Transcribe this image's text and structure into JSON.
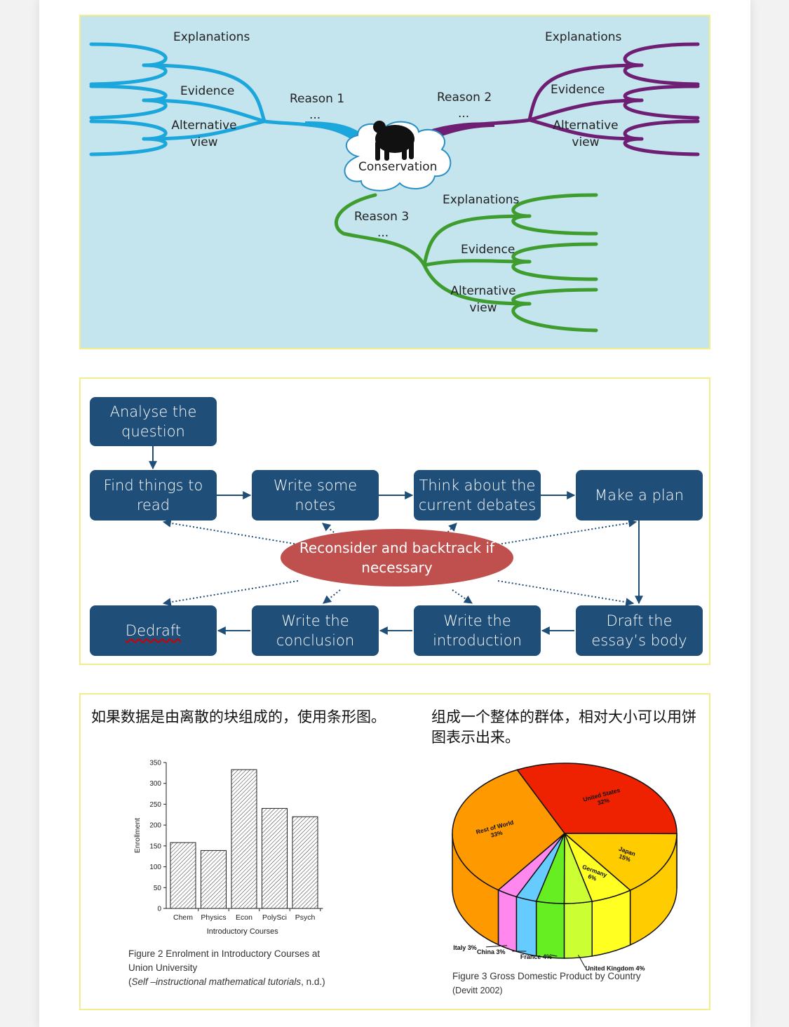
{
  "mindmap": {
    "center": "Conservation",
    "reasons": [
      {
        "label": "Reason 1",
        "ellipsis": "...",
        "color": "#1ba6dc",
        "branches": [
          "Explanations",
          "Evidence",
          "Alternative view"
        ]
      },
      {
        "label": "Reason 2",
        "ellipsis": "...",
        "color": "#6e1f74",
        "branches": [
          "Explanations",
          "Evidence",
          "Alternative view"
        ]
      },
      {
        "label": "Reason 3",
        "ellipsis": "...",
        "color": "#3e9d2e",
        "branches": [
          "Explanations",
          "Evidence",
          "Alternative view"
        ]
      }
    ],
    "icon": "gorilla-icon",
    "background": "#c5e5ee"
  },
  "flowchart": {
    "steps": {
      "analyse": "Analyse the question",
      "find": "Find things to read",
      "notes": "Write some notes",
      "debates": "Think about the current debates",
      "plan": "Make a plan",
      "draft": "Draft the essay’s body",
      "intro": "Write the introduction",
      "conclusion": "Write the conclusion",
      "redraft": "Dedraft"
    },
    "center": "Reconsider and backtrack if necessary",
    "box_color": "#1f4e79",
    "center_color": "#c0504d"
  },
  "figures": {
    "left_caption_cn": "如果数据是由离散的块组成的，使用条形图。",
    "right_caption_cn": "组成一个整体的群体，相对大小可以用饼图表示出来。",
    "bar_caption_1": "Figure 2 Enrolment in Introductory Courses at",
    "bar_caption_2": "Union University",
    "bar_caption_3_italic": "Self –instructional mathematical tutorials",
    "bar_caption_3_rest": ", n.d.)",
    "bar_caption_3_open": "(",
    "pie_caption_1": "Figure 3 Gross Domestic Product by Country",
    "pie_caption_2": "(Devitt 2002)"
  },
  "chart_data": [
    {
      "type": "bar",
      "categories": [
        "Chem",
        "Physics",
        "Econ",
        "PolySci",
        "Psych"
      ],
      "values": [
        158,
        139,
        333,
        240,
        220
      ],
      "ylabel": "Enrollment",
      "xlabel": "Introductory Courses",
      "ylim": [
        0,
        350
      ],
      "yticks": [
        0,
        50,
        100,
        150,
        200,
        250,
        300,
        350
      ],
      "grid": false
    },
    {
      "type": "pie",
      "labels": [
        "United States",
        "Japan",
        "Germany",
        "United Kingdom",
        "France",
        "China",
        "Italy",
        "Rest of World"
      ],
      "values": [
        32,
        15,
        6,
        4,
        4,
        3,
        3,
        33
      ],
      "display_labels": [
        "United States 32%",
        "Japan 15%",
        "Germany 6%",
        "United Kingdom 4%",
        "France 4%",
        "China 3%",
        "Italy 3%",
        "Rest of World 33%"
      ],
      "colors": [
        "#ee2200",
        "#ffcc00",
        "#ffff22",
        "#ccff33",
        "#66ee22",
        "#66ccff",
        "#ff88ee",
        "#ff9900"
      ]
    }
  ]
}
